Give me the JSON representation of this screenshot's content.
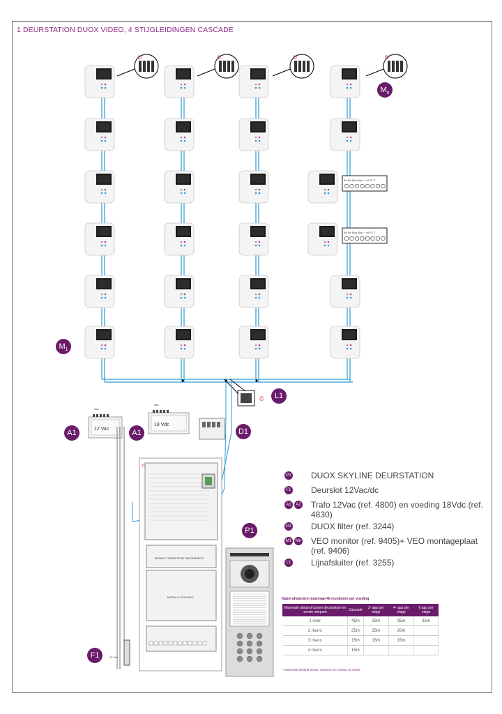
{
  "title": "1 DEURSTATION DUOX VIDEO, 4 STIJGLEIDINGEN CASCADE",
  "labels": {
    "mn": "M",
    "mn_sub": "n",
    "m1": "M",
    "m1_sub": "1",
    "l1": "L1",
    "a1_left": "A1",
    "a1_right": "A1",
    "d1": "D1",
    "p1": "P1",
    "f1": "F1",
    "copyright": "©"
  },
  "power_units": {
    "left_voltage": "12 Vac",
    "right_voltage": "18 Vdc",
    "vac_tag": "Vac"
  },
  "terminal_strip": "Bn Bn Bus Bus − +A F1 T",
  "panel_modules": {
    "panoramic": "MÓDULO TARJETERO PANORÁMICO",
    "keypad": "MÓDULO TECLADO",
    "lock_label": "12 Vcc"
  },
  "legend": [
    {
      "icons": [
        "P1"
      ],
      "text": "DUOX SKYLINE DEURSTATION"
    },
    {
      "icons": [
        "F1"
      ],
      "text": "Deurslot 12Vac/dc"
    },
    {
      "icons": [
        "A1",
        "A2"
      ],
      "text": "Trafo 12Vac (ref. 4800) en voeding 18Vdc (ref. 4830)"
    },
    {
      "icons": [
        "D1"
      ],
      "text": "DUOX filter (ref. 3244)"
    },
    {
      "icons": [
        "M1",
        "Mn"
      ],
      "text": "VEO monitor (ref. 9405)+ VEO montageplaat (ref. 9406)"
    },
    {
      "icons": [
        "L1"
      ],
      "text": "Lijnafsluiter (ref. 3255)"
    }
  ],
  "table": {
    "title": "Kabel afstanden maximaal 40 monitoren per voeding",
    "headers": [
      "Maximale afstand tussen deurstation en eerste sterpunt",
      "Cascade",
      "2- app per etage",
      "4- app per etage",
      "6 app per etage"
    ],
    "rows": [
      [
        "1 riser",
        "45m",
        "35m",
        "35m",
        "35m"
      ],
      [
        "2 risers",
        "25m",
        "25m",
        "20m",
        ""
      ],
      [
        "3 risers",
        "15m",
        "15m",
        "15m",
        ""
      ],
      [
        "4 risers",
        "15m",
        "",
        "",
        ""
      ]
    ],
    "footnote": "* Maximale afstand tussen sterpunt en monitor 20 meter"
  },
  "colors": {
    "accent": "#6a1b6a",
    "wire_blue": "#2a9ad6",
    "title": "#8b2a86"
  }
}
